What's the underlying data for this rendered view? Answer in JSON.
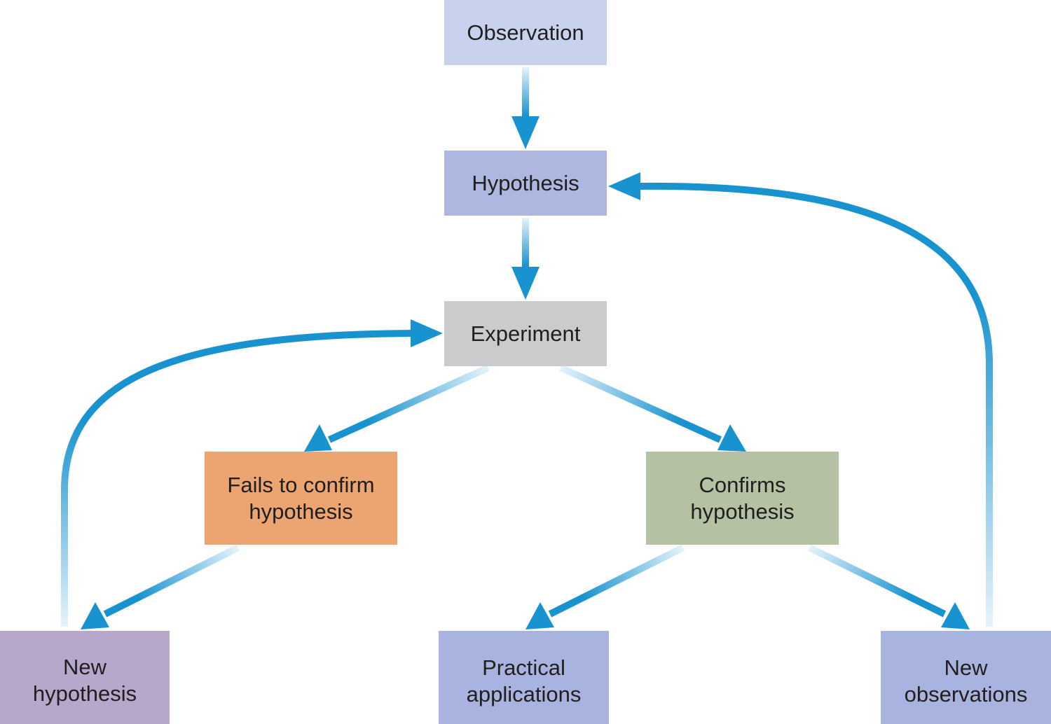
{
  "colors": {
    "arrow": "#1893cf",
    "arrow_fade": "#e6f3fb",
    "observation": "#c9d2ec",
    "hypothesis": "#aeb7df",
    "experiment": "#cbcbcd",
    "fails": "#eca570",
    "confirms": "#b4c1a2",
    "new_hypothesis": "#b7a7cb",
    "practical_applications": "#a9b3df",
    "new_observations": "#a9b3df"
  },
  "nodes": {
    "observation": {
      "lines": [
        "Observation"
      ]
    },
    "hypothesis": {
      "lines": [
        "Hypothesis"
      ]
    },
    "experiment": {
      "lines": [
        "Experiment"
      ]
    },
    "fails": {
      "lines": [
        "Fails to confirm",
        "hypothesis"
      ]
    },
    "confirms": {
      "lines": [
        "Confirms",
        "hypothesis"
      ]
    },
    "new_hypothesis": {
      "lines": [
        "New",
        "hypothesis"
      ]
    },
    "practical_applications": {
      "lines": [
        "Practical",
        "applications"
      ]
    },
    "new_observations": {
      "lines": [
        "New",
        "observations"
      ]
    }
  },
  "edges": [
    {
      "from": "observation",
      "to": "hypothesis"
    },
    {
      "from": "hypothesis",
      "to": "experiment"
    },
    {
      "from": "experiment",
      "to": "fails"
    },
    {
      "from": "experiment",
      "to": "confirms"
    },
    {
      "from": "fails",
      "to": "new_hypothesis"
    },
    {
      "from": "confirms",
      "to": "practical_applications"
    },
    {
      "from": "confirms",
      "to": "new_observations"
    },
    {
      "from": "new_hypothesis",
      "to": "experiment"
    },
    {
      "from": "new_observations",
      "to": "hypothesis"
    }
  ]
}
